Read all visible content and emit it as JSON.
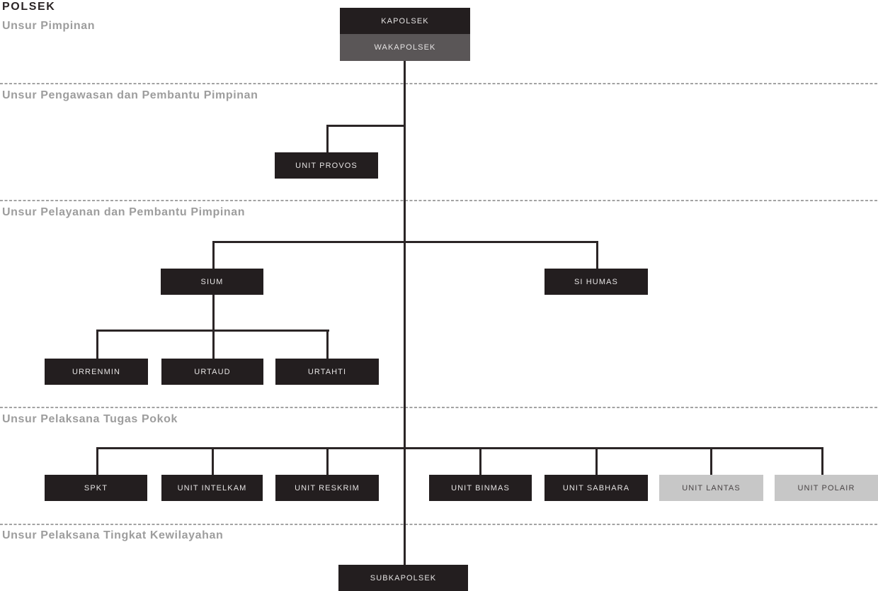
{
  "title": "POLSEK",
  "sections": {
    "pimpinan": {
      "label": "Unsur Pimpinan"
    },
    "pengawasan": {
      "label": "Unsur Pengawasan dan Pembantu Pimpinan"
    },
    "pelayanan": {
      "label": "Unsur Pelayanan dan Pembantu Pimpinan"
    },
    "pelaksana_pokok": {
      "label": "Unsur Pelaksana Tugas Pokok"
    },
    "kewilayahan": {
      "label": "Unsur Pelaksana Tingkat Kewilayahan"
    }
  },
  "nodes": {
    "kapolsek": {
      "label": "KAPOLSEK"
    },
    "wakapolsek": {
      "label": "WAKAPOLSEK"
    },
    "unit_provos": {
      "label": "UNIT PROVOS"
    },
    "sium": {
      "label": "SIUM"
    },
    "si_humas": {
      "label": "SI HUMAS"
    },
    "urrenmin": {
      "label": "URRENMIN"
    },
    "urtaud": {
      "label": "URTAUD"
    },
    "urtahti": {
      "label": "URTAHTI"
    },
    "spkt": {
      "label": "SPKT"
    },
    "unit_intelkam": {
      "label": "UNIT INTELKAM"
    },
    "unit_reskrim": {
      "label": "UNIT RESKRIM"
    },
    "unit_binmas": {
      "label": "UNIT BINMAS"
    },
    "unit_sabhara": {
      "label": "UNIT SABHARA"
    },
    "unit_lantas": {
      "label": "UNIT LANTAS"
    },
    "unit_polair": {
      "label": "UNIT POLAIR"
    },
    "subkapolsek": {
      "label": "SUBKAPOLSEK"
    }
  },
  "colors": {
    "background": "#ffffff",
    "box_dark": "#231e1f",
    "box_medium_gray": "#5a5657",
    "box_light_gray": "#c7c7c7",
    "box_text_on_dark": "#e5e3e3",
    "box_text_on_light": "#4a4546",
    "connector_line": "#2b2526",
    "divider_dash": "#a3a3a3",
    "section_heading": "#9d9d9d",
    "title_text": "#2b2526"
  }
}
